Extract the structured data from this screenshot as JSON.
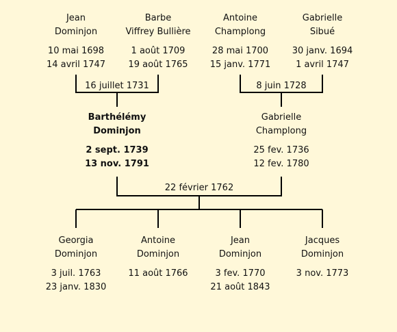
{
  "grandparents": [
    {
      "first": "Jean",
      "last": "Dominjon",
      "birth": "10 mai 1698",
      "death": "14 avril 1747"
    },
    {
      "first": "Barbe",
      "last": "Viffrey Bullière",
      "birth": "1 août 1709",
      "death": "19 août 1765"
    },
    {
      "first": "Antoine",
      "last": "Champlong",
      "birth": "28 mai 1700",
      "death": "15 janv. 1771"
    },
    {
      "first": "Gabrielle",
      "last": "Sibué",
      "birth": "30 janv. 1694",
      "death": "1 avril 1747"
    }
  ],
  "grandparent_marriages": [
    "16 juillet 1731",
    "8 juin 1728"
  ],
  "parents": [
    {
      "first": "Barthélémy",
      "last": "Dominjon",
      "birth": "2 sept. 1739",
      "death": "13 nov. 1791"
    },
    {
      "first": "Gabrielle",
      "last": "Champlong",
      "birth": "25 fev. 1736",
      "death": "12 fev. 1780"
    }
  ],
  "parent_marriage": "22 février 1762",
  "children": [
    {
      "first": "Georgia",
      "last": "Dominjon",
      "birth": "3 juil. 1763",
      "death": "23 janv. 1830"
    },
    {
      "first": "Antoine",
      "last": "Dominjon",
      "birth": "11 août 1766",
      "death": ""
    },
    {
      "first": "Jean",
      "last": "Dominjon",
      "birth": "3 fev. 1770",
      "death": "21 août 1843"
    },
    {
      "first": "Jacques",
      "last": "Dominjon",
      "birth": "3 nov. 1773",
      "death": ""
    }
  ]
}
